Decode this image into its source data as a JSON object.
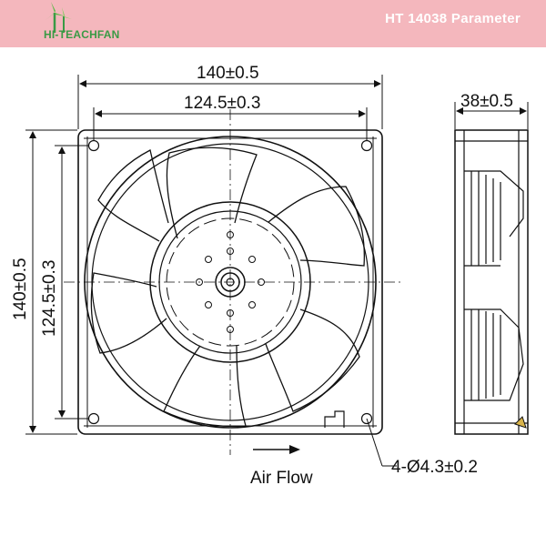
{
  "header": {
    "title": "HT 14038 Parameter",
    "background": "#f4b7bd",
    "title_color": "#ffffff"
  },
  "logo": {
    "text_prefix": "HI",
    "text_suffix": "-TEACHFAN",
    "icon": "wind-turbine-icon",
    "color": "#3a9a45"
  },
  "dimensions": {
    "frame_width": "140±0.5",
    "hole_spacing_width": "124.5±0.3",
    "frame_height": "140±0.5",
    "hole_spacing_height": "124.5±0.3",
    "depth": "38±0.5",
    "mounting_holes": "4-Ø4.3±0.2"
  },
  "air_flow": {
    "label": "Air Flow",
    "arrow_icon": "arrow-right-icon"
  }
}
